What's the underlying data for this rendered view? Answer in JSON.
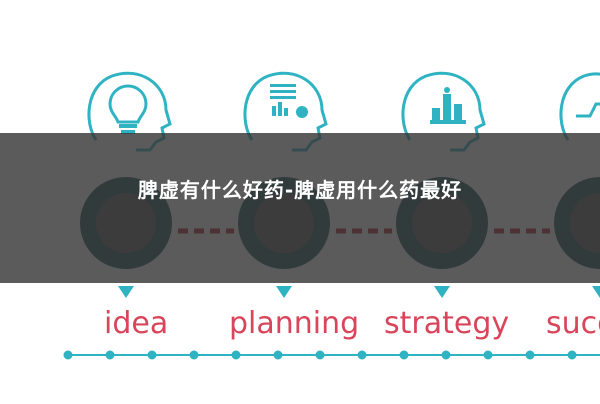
{
  "banner": {
    "title": "脾虚有什么好药-脾虚用什么药最好"
  },
  "stages": [
    {
      "label": "idea",
      "icon": "lightbulb-icon"
    },
    {
      "label": "planning",
      "icon": "document-chart-icon"
    },
    {
      "label": "strategy",
      "icon": "chess-pieces-icon"
    },
    {
      "label": "succ",
      "icon": "hand-icon"
    }
  ],
  "colors": {
    "teal": "#2fb3c3",
    "dark_teal": "#1e4d57",
    "red": "#d9455a",
    "dashed_connector": "#b01e2f",
    "banner_overlay": "#373737"
  }
}
